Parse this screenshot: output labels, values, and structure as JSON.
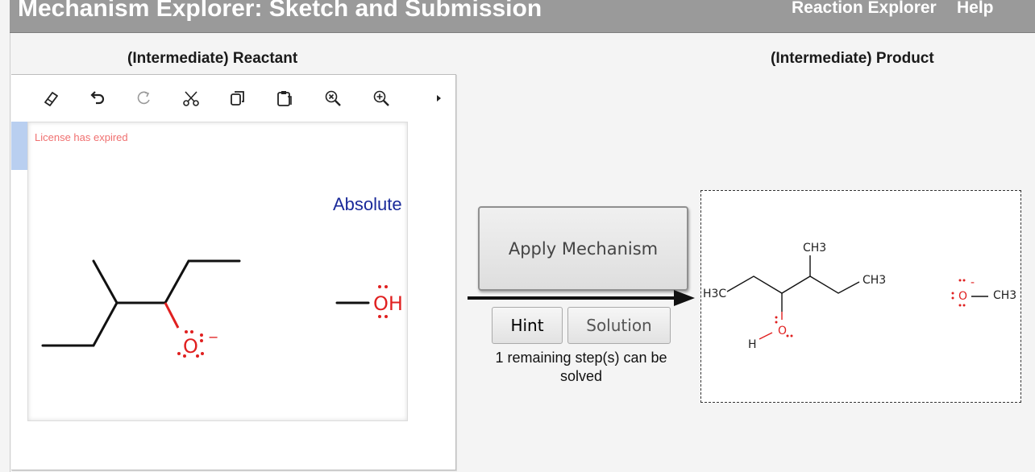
{
  "header": {
    "title": "Mechanism Explorer: Sketch and Submission",
    "nav": [
      "Reaction Explorer",
      "Help"
    ]
  },
  "reactant_panel": {
    "title": "(Intermediate) Reactant",
    "toolbar_icons": [
      "eraser-icon",
      "undo-icon",
      "redo-icon",
      "cut-icon",
      "copy-icon",
      "paste-icon",
      "zoom-out-icon",
      "zoom-in-icon",
      "more-arrow-icon"
    ],
    "license_notice": "License has expired",
    "absolute_label": "Absolute",
    "oxide_label": "O",
    "oxide_charge": "−",
    "hydroxide_label": "OH"
  },
  "controls": {
    "apply_button": "Apply Mechanism",
    "hint_button": "Hint",
    "solution_button": "Solution",
    "remaining_line1": "1 remaining step(s) can be",
    "remaining_line2": "solved"
  },
  "product_panel": {
    "title": "(Intermediate) Product",
    "methyl_top": "CH3",
    "methyl_right": "CH3",
    "methyl_left": "H3C",
    "hydroxyl_h": "H",
    "hydroxyl_o": "O",
    "methoxide_o": "O",
    "methoxide_ch3": "CH3",
    "methoxide_charge": "-"
  },
  "colors": {
    "header_bg": "#9a9a9a",
    "oxygen_red": "#e02020",
    "absolute_blue": "#1a2a9a",
    "license_red": "#f07070"
  }
}
